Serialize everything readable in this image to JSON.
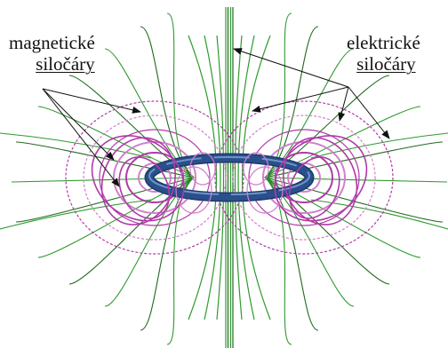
{
  "labels": {
    "magnetic": {
      "line1": "magnetické",
      "line2": "siločáry"
    },
    "electric": {
      "line1": "elektrické",
      "line2": "siločáry"
    }
  },
  "colors": {
    "magnetic_lines": "#b03aa8",
    "magnetic_lines_light": "#d27fcc",
    "electric_lines": "#2e9a2e",
    "electric_lines_dark": "#1f6b1f",
    "ring": "#2a4f8a",
    "ring_highlight": "#6f93c9",
    "text": "#111111",
    "arrows": "#111111"
  }
}
